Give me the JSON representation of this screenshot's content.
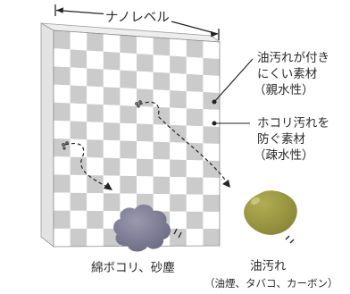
{
  "top_label": "ナノレベル",
  "label_oil_resist": [
    "油汚れが付き",
    "にくい素材",
    "（親水性）"
  ],
  "label_dust_resist": [
    "ホコリ汚れを",
    "防ぐ素材",
    "（疎水性）"
  ],
  "label_dust": "綿ボコリ、砂塵",
  "label_oil": "油汚れ",
  "label_oil_examples": "（油煙、タバコ、カーボン）",
  "colors": {
    "panel_front_gray": "#cbcbcb",
    "panel_front_white": "#ffffff",
    "panel_side": "#e3e3e3",
    "panel_top": "#eeeeee",
    "dust_ball": "#7d7c95",
    "oil_drop": "#9e9a42",
    "text": "#2a2a2a"
  }
}
